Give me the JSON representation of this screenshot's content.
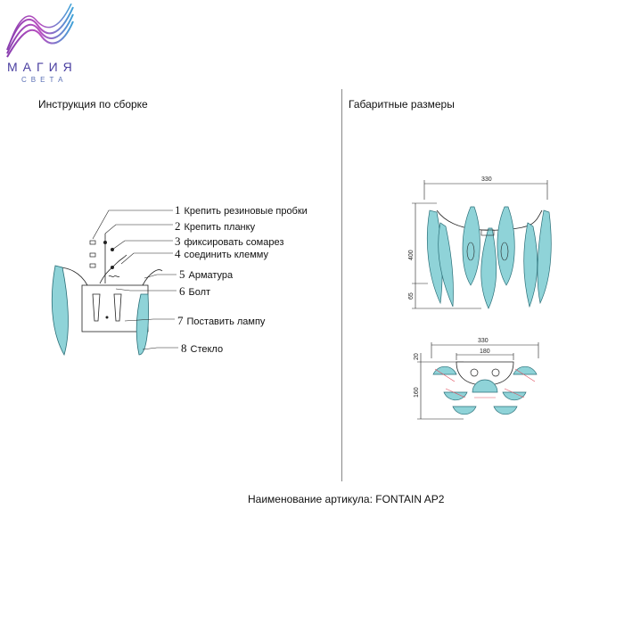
{
  "logo": {
    "word": "МАГИЯ",
    "sub": "СВЕТА"
  },
  "headings": {
    "assembly": "Инструкция по сборке",
    "dimensions": "Габаритные размеры"
  },
  "steps": [
    {
      "num": "1",
      "label": "Крепить резиновые пробки"
    },
    {
      "num": "2",
      "label": "Крепить планку"
    },
    {
      "num": "3",
      "label": "фиксировать сомарез"
    },
    {
      "num": "4",
      "label": "соединить клемму"
    },
    {
      "num": "5",
      "label": "Арматура"
    },
    {
      "num": "6",
      "label": "Болт"
    },
    {
      "num": "7",
      "label": "Поставить лампу"
    },
    {
      "num": "8",
      "label": "Стекло"
    }
  ],
  "dims_front": {
    "width": "330",
    "height": "400",
    "lower": "65"
  },
  "dims_top": {
    "width": "330",
    "inner": "180",
    "depth": "160",
    "offset": "20"
  },
  "article": "Наименование артикула: FONTAIN AP2",
  "colors": {
    "glass": "#8fd3d8",
    "glass_stroke": "#2a6f78",
    "line": "#222222",
    "logo_a": "#7b3fb0",
    "logo_b": "#3fa3d8",
    "accent": "#e05060"
  }
}
